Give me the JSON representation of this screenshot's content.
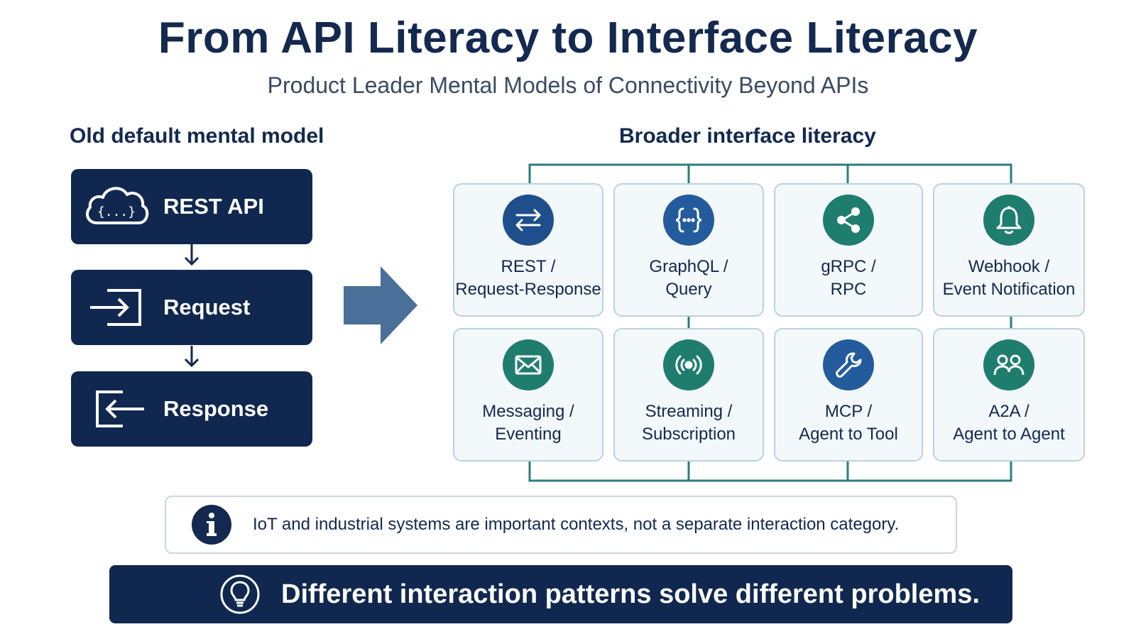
{
  "header": {
    "title": "From API Literacy to Interface Literacy",
    "subtitle": "Product Leader Mental Models of Connectivity Beyond APIs"
  },
  "old_model": {
    "heading": "Old default mental model",
    "steps": [
      {
        "label": "REST API",
        "icon": "cloud-code-icon"
      },
      {
        "label": "Request",
        "icon": "sign-in-icon"
      },
      {
        "label": "Response",
        "icon": "sign-out-icon"
      }
    ]
  },
  "broader": {
    "heading": "Broader interface literacy",
    "cards": [
      {
        "line1": "REST /",
        "line2": "Request-Response",
        "icon": "exchange-arrows-icon",
        "color": "#1e4f8c"
      },
      {
        "line1": "GraphQL /",
        "line2": "Query",
        "icon": "braces-icon",
        "color": "#245b9c"
      },
      {
        "line1": "gRPC /",
        "line2": "RPC",
        "icon": "share-nodes-icon",
        "color": "#1f7d6e"
      },
      {
        "line1": "Webhook /",
        "line2": "Event Notification",
        "icon": "bell-icon",
        "color": "#1f7d6e"
      },
      {
        "line1": "Messaging /",
        "line2": "Eventing",
        "icon": "envelope-icon",
        "color": "#1f7d6e"
      },
      {
        "line1": "Streaming /",
        "line2": "Subscription",
        "icon": "broadcast-icon",
        "color": "#1f7d6e"
      },
      {
        "line1": "MCP /",
        "line2": "Agent to Tool",
        "icon": "wrench-icon",
        "color": "#245b9c"
      },
      {
        "line1": "A2A /",
        "line2": "Agent to Agent",
        "icon": "users-icon",
        "color": "#1f7d6e"
      }
    ]
  },
  "note": {
    "text": "IoT and industrial systems are important contexts, not a separate interaction category.",
    "icon": "info-icon"
  },
  "banner": {
    "text": "Different interaction patterns solve different problems.",
    "icon": "lightbulb-icon"
  },
  "colors": {
    "navy": "#10284f",
    "teal": "#1f7d6e",
    "blue": "#245b9c",
    "arrow": "#4a6f99",
    "connector": "#2a7d7d"
  },
  "cloud_icon_text": "{...}"
}
